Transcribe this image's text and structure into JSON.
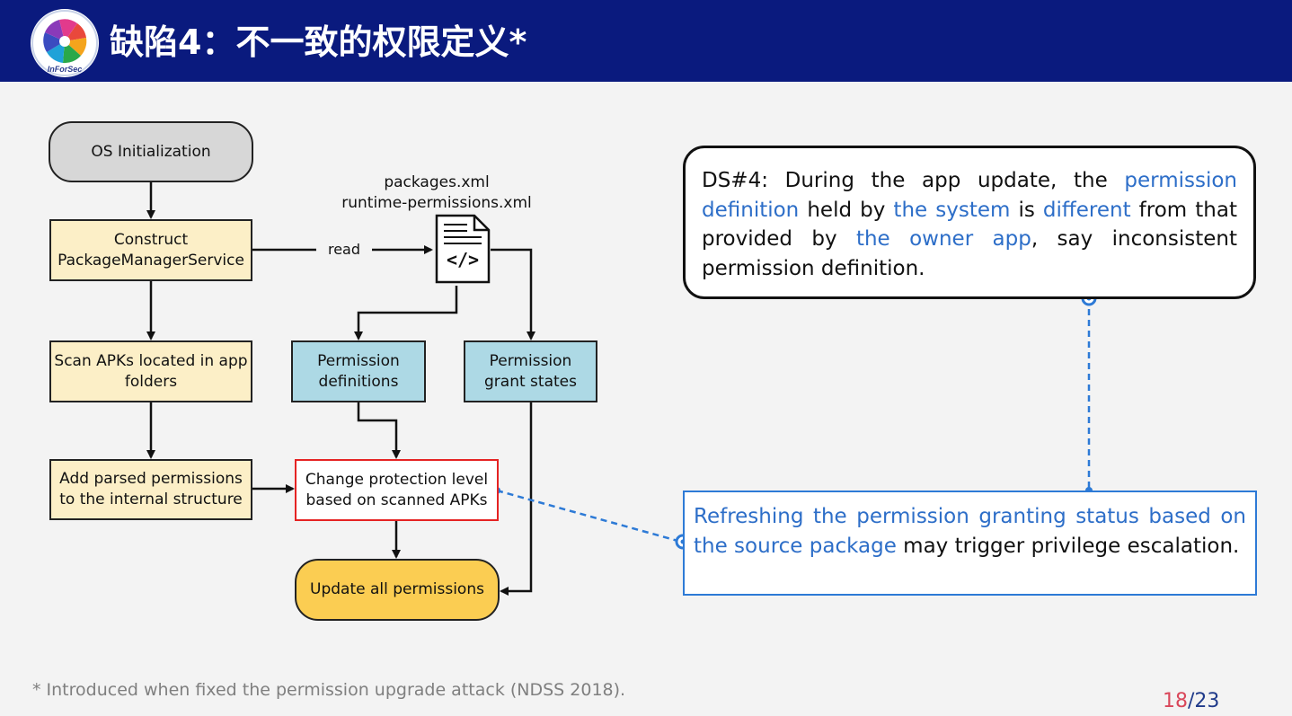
{
  "slide": {
    "title": "缺陷4：不一致的权限定义*",
    "logo_text": "InForSec",
    "footnote": "* Introduced when fixed the permission upgrade attack (NDSS 2018).",
    "page": {
      "current": "18",
      "separator": "/",
      "total": "23"
    }
  },
  "diagram": {
    "nodes": {
      "os_init": {
        "lines": [
          "OS Initialization"
        ]
      },
      "construct_pms": {
        "lines": [
          "Construct",
          "PackageManagerService"
        ]
      },
      "scan_apks": {
        "lines": [
          "Scan APKs located in app",
          "folders"
        ]
      },
      "add_parsed": {
        "lines": [
          "Add parsed permissions",
          "to the internal structure"
        ]
      },
      "perm_defs": {
        "lines": [
          "Permission",
          "definitions"
        ]
      },
      "perm_grants": {
        "lines": [
          "Permission",
          "grant states"
        ]
      },
      "change_protection": {
        "lines": [
          "Change protection level",
          "based on scanned APKs"
        ]
      },
      "update_all": {
        "lines": [
          "Update all permissions"
        ]
      }
    },
    "files": {
      "lines": [
        "packages.xml",
        "runtime-permissions.xml"
      ],
      "icon": "xml-file-icon",
      "icon_glyph": "</>"
    },
    "edge_labels": {
      "read": "read"
    }
  },
  "callouts": {
    "ds4": {
      "prefix": "DS#4: During the app update, the ",
      "hl1": "permission definition",
      "mid1": " held by ",
      "hl2": "the system",
      "mid2": " is ",
      "hl3": "different",
      "mid3": " from that provided by ",
      "hl4": "the owner app",
      "suffix": ", say inconsistent permission definition."
    },
    "refresh": {
      "hl": "Refreshing the permission granting status based on the source package",
      "suffix": " may trigger privilege escalation."
    }
  },
  "colors": {
    "header_bg": "#0a1a7e",
    "slide_bg": "#f3f3f3",
    "highlight_text": "#2d6ec8",
    "callout_border": "#2d7ad6",
    "red_border": "#e52323",
    "gold": "#fbcd52",
    "blue_node": "#add9e5",
    "cream_node": "#fcefc7",
    "gray_node": "#d7d7d7"
  }
}
